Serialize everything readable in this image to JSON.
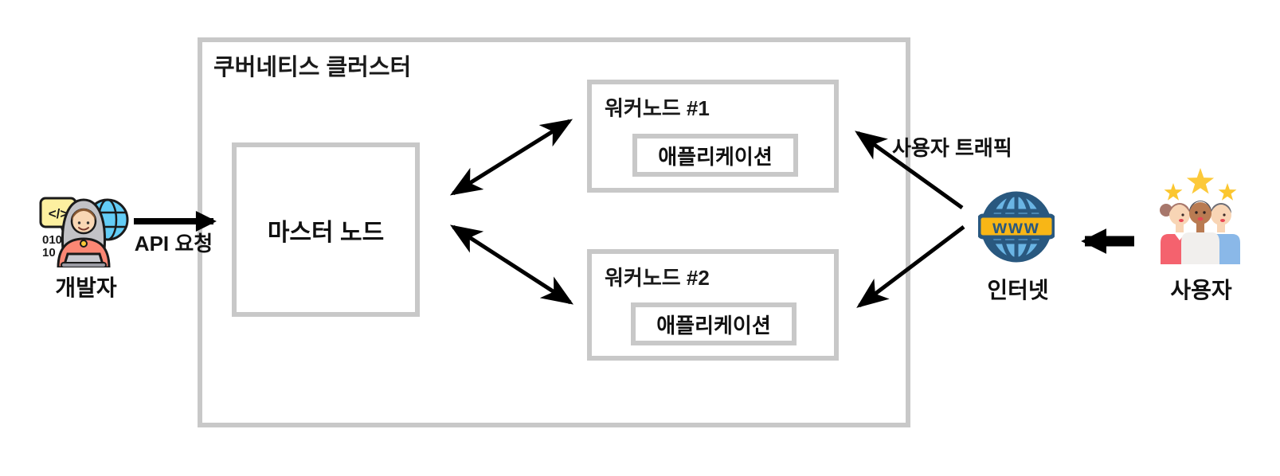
{
  "cluster": {
    "title": "쿠버네티스 클러스터"
  },
  "master_node": {
    "label": "마스터 노드"
  },
  "worker_nodes": [
    {
      "label": "워커노드 #1",
      "app": "애플리케이션"
    },
    {
      "label": "워커노드 #2",
      "app": "애플리케이션"
    }
  ],
  "developer": {
    "label": "개발자",
    "icon": "developer-at-laptop-icon",
    "code_bubble": "</>",
    "binary": [
      "010",
      "10"
    ]
  },
  "api_request": {
    "label": "API 요청"
  },
  "user_traffic": {
    "label": "사용자 트래픽"
  },
  "internet": {
    "label": "인터넷",
    "icon": "globe-www-icon",
    "www": "www"
  },
  "users": {
    "label": "사용자",
    "icon": "user-group-stars-icon"
  },
  "colors": {
    "box_border": "#c8c8c8",
    "arrow": "#000000",
    "text": "#1a1a1a",
    "globe_navy": "#29587f",
    "globe_blue": "#6ab5e4",
    "banner_yellow": "#f8b616",
    "star_yellow": "#fbc62f",
    "developer_jacket": "#fb8774",
    "background": "#ffffff"
  }
}
